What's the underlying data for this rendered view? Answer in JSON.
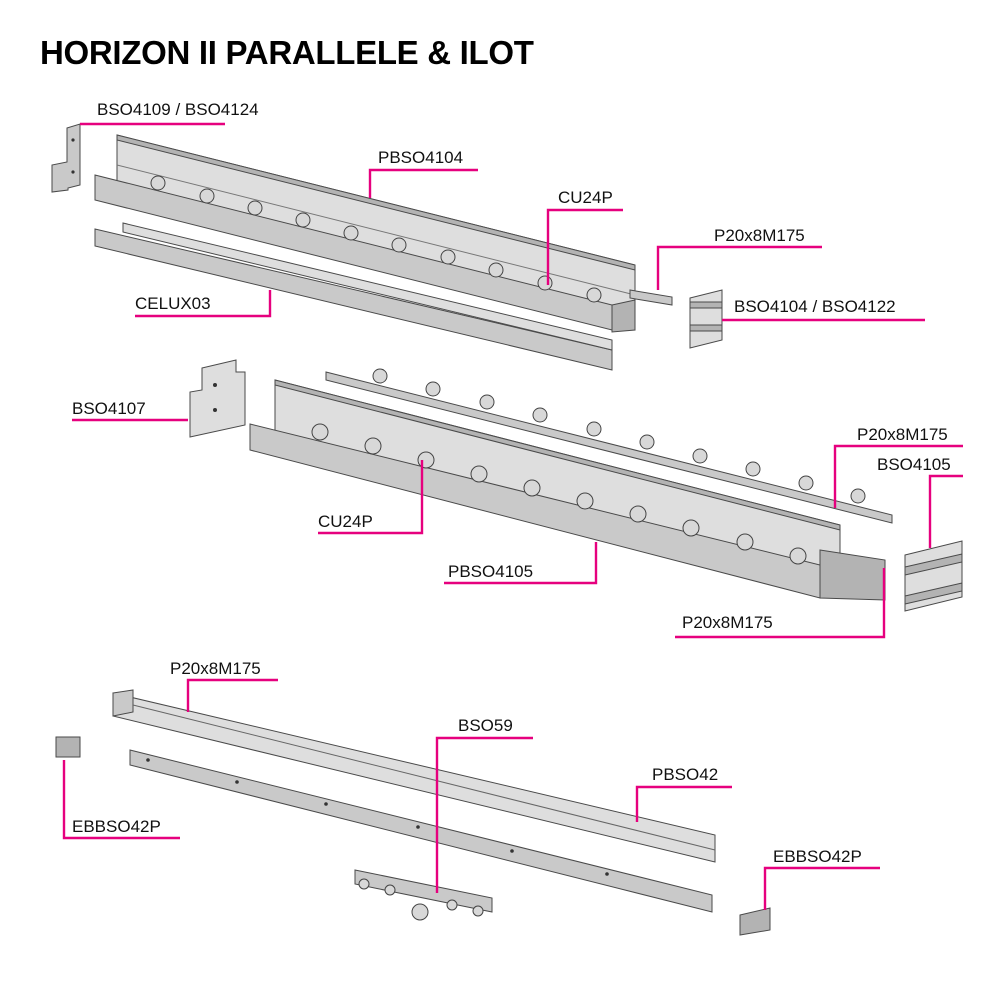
{
  "title": "HORIZON II PARALLELE & ILOT",
  "labels": {
    "bso4109_bso4124": "BSO4109 / BSO4124",
    "pbso4104": "PBSO4104",
    "cu24p_top": "CU24P",
    "p20x8m175_top": "P20x8M175",
    "bso4104_bso4122": "BSO4104 / BSO4122",
    "celux03": "CELUX03",
    "bso4107": "BSO4107",
    "p20x8m175_mid_upper": "P20x8M175",
    "bso4105": "BSO4105",
    "cu24p_mid": "CU24P",
    "pbso4105": "PBSO4105",
    "p20x8m175_mid_lower": "P20x8M175",
    "p20x8m175_bottom": "P20x8M175",
    "bso59": "BSO59",
    "pbso42": "PBSO42",
    "ebbso42p_left": "EBBSO42P",
    "ebbso42p_right": "EBBSO42P"
  },
  "colors": {
    "leader": "#e6007e",
    "part": "#c9c9c9"
  }
}
